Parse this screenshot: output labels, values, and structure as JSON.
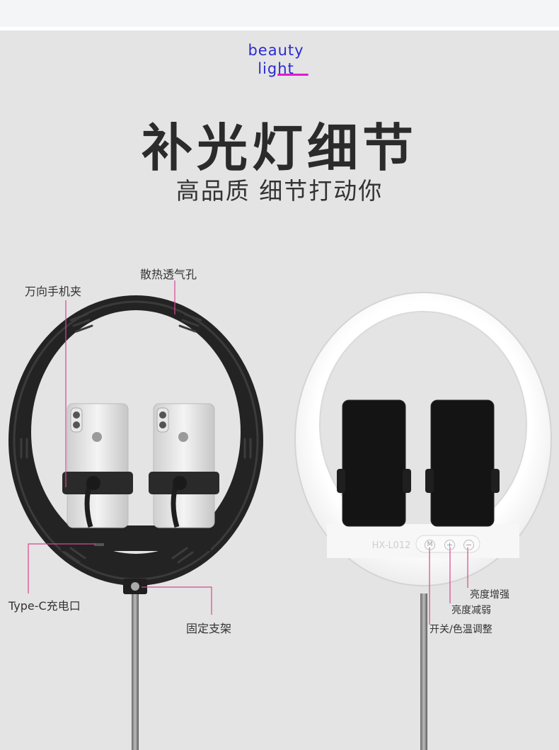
{
  "brand": {
    "line1": "beauty",
    "line2": "light"
  },
  "title": "补光灯细节",
  "subtitle": "高品质  细节打动你",
  "labels": {
    "phone_clip": "万向手机夹",
    "vents": "散热透气孔",
    "type_c": "Type-C充电口",
    "stand": "固定支架",
    "brightness_up": "亮度增强",
    "brightness_down": "亮度减弱",
    "power_color": "开关/色温调整"
  },
  "model": "HX-L012",
  "buttons": {
    "mode": "M",
    "plus": "+",
    "minus": "−"
  },
  "colors": {
    "accent": "#d6488f",
    "brand": "#2a2ad2",
    "underline": "#e01bd0"
  }
}
